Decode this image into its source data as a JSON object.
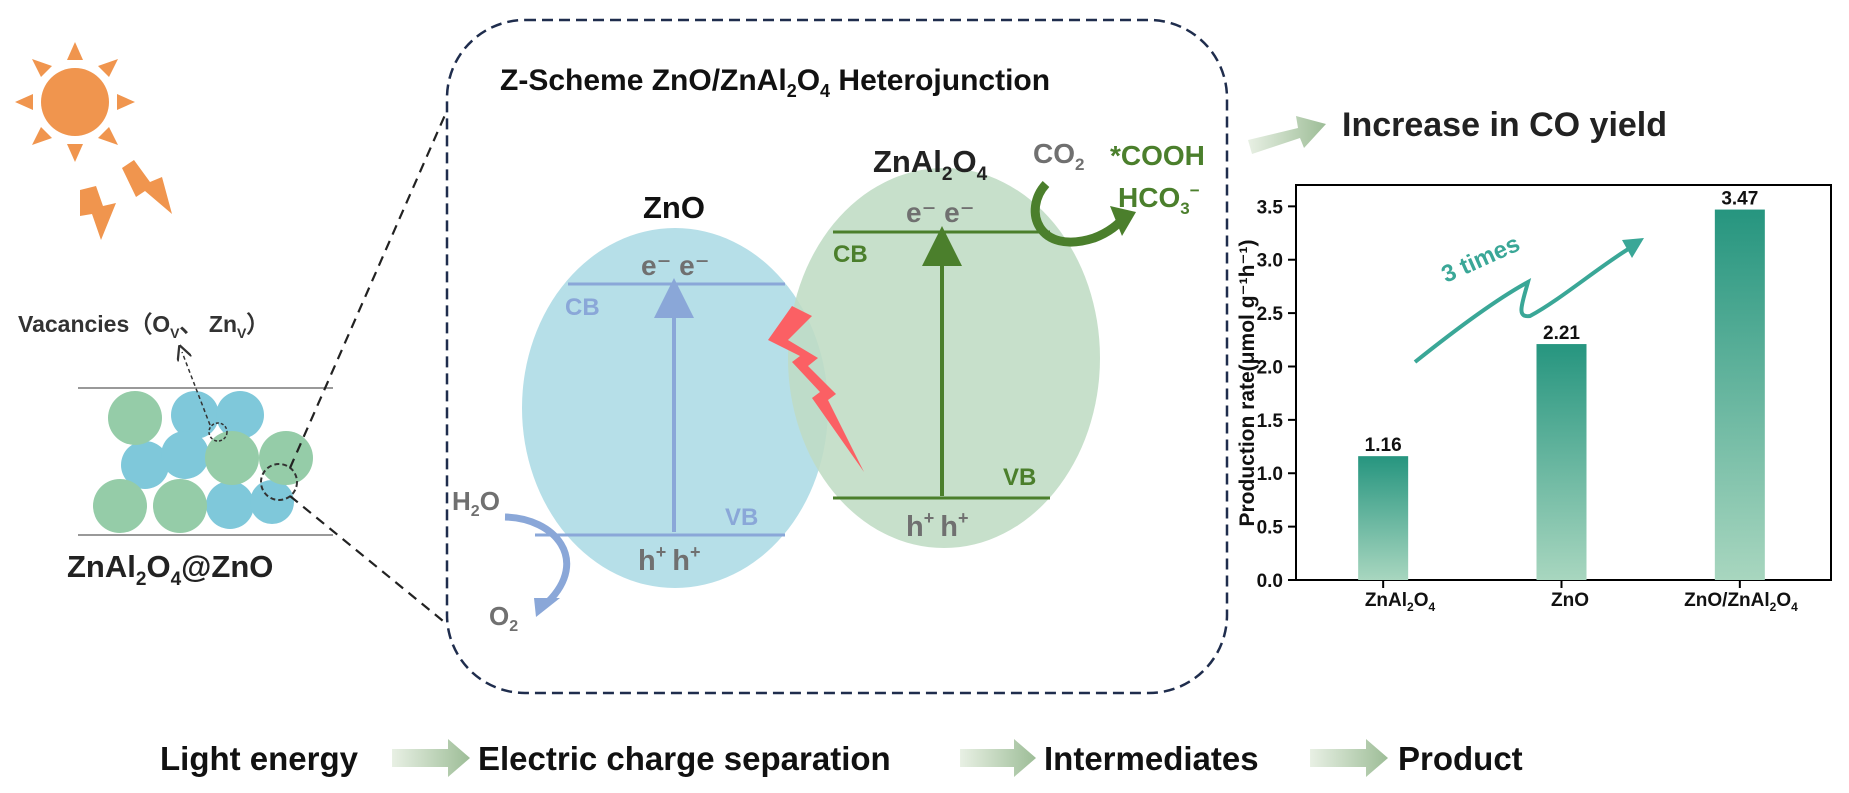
{
  "labels": {
    "vacancies": "Vacancies（O",
    "vac_ov_sub": "V",
    "vac_sep": "、 Zn",
    "vac_znv_sub": "V",
    "vac_close": "）",
    "composite_a": "ZnAl",
    "composite_sub2": "2",
    "composite_b": "O",
    "composite_sub4": "4",
    "composite_c": "@ZnO"
  },
  "diagram": {
    "title_a": "Z-Scheme ZnO/ZnAl",
    "title_sub2": "2",
    "title_b": "O",
    "title_sub4": "4",
    "title_c": " Heterojunction",
    "zno_label": "ZnO",
    "znal_a": "ZnAl",
    "znal_sub2": "2",
    "znal_b": "O",
    "znal_sub4": "4",
    "cb": "CB",
    "vb": "VB",
    "electrons": "e⁻ e⁻",
    "holes_h": "h",
    "holes_sup": "+",
    "h2o_a": "H",
    "h2o_sub": "2",
    "h2o_b": "O",
    "o2_a": "O",
    "o2_sub": "2",
    "co2_a": "CO",
    "co2_sub": "2",
    "cooh": "*COOH",
    "hco3": "HCO",
    "hco3_sub": "3",
    "hco3_sup": "−"
  },
  "increase_label": "Increase in CO yield",
  "chart_data": {
    "type": "bar",
    "categories": [
      "ZnAl2O4",
      "ZnO",
      "ZnO/ZnAl2O4"
    ],
    "values": [
      1.16,
      2.21,
      3.47
    ],
    "value_labels": [
      "1.16",
      "2.21",
      "3.47"
    ],
    "ylabel": "Production rate(μmol g⁻¹h⁻¹)",
    "ylim": [
      0,
      3.7
    ],
    "yticks": [
      0.0,
      0.5,
      1.0,
      1.5,
      2.0,
      2.5,
      3.0,
      3.5
    ],
    "ytick_labels": [
      "0.0",
      "0.5",
      "1.0",
      "1.5",
      "2.0",
      "2.5",
      "3.0",
      "3.5"
    ],
    "annotation": "3 times",
    "bar_color_top": "#26957f",
    "bar_color_bottom": "#a8d6bf"
  },
  "flow": {
    "steps": [
      "Light energy",
      "Electric charge separation",
      "Intermediates",
      "Product"
    ]
  },
  "colors": {
    "sun": "#f0954e",
    "zno_fill": "#b6dfe8",
    "znal_fill": "#bfdcc4",
    "zno_band": "#8aa7d8",
    "znal_band": "#4b7f2c",
    "lightning": "#fb6064",
    "frame": "#1f2d4d",
    "text_gray": "#707070",
    "arrow_fill": "#a9c6a4"
  }
}
